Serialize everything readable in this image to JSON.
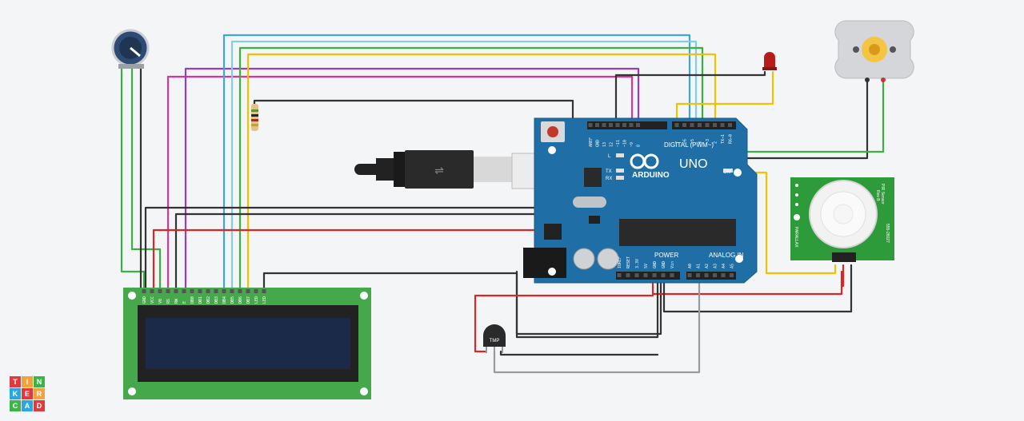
{
  "app": {
    "logo_letters": [
      "T",
      "I",
      "N",
      "K",
      "E",
      "R",
      "C",
      "A",
      "D"
    ],
    "logo_colors": [
      "#e03a3e",
      "#f2a33a",
      "#3bb54a",
      "#29a8e0",
      "#e03a3e",
      "#f2a33a",
      "#3bb54a",
      "#29a8e0",
      "#e03a3e"
    ]
  },
  "arduino": {
    "brand": "ARDUINO",
    "model": "UNO",
    "digital_label": "DIGITAL (PWM~)",
    "power_label": "POWER",
    "analog_label": "ANALOG IN",
    "on_label": "ON",
    "led_l": "L",
    "led_tx": "TX",
    "led_rx": "RX",
    "digital_pins": [
      "AREF",
      "GND",
      "13",
      "12",
      "~11",
      "~10",
      "~9",
      "8",
      "7",
      "~6",
      "~5",
      "4",
      "~3",
      "2",
      "TX→1",
      "RX←0"
    ],
    "power_pins": [
      "IOREF",
      "RESET",
      "3.3V",
      "5V",
      "GND",
      "GND",
      "Vin"
    ],
    "analog_pins": [
      "A0",
      "A1",
      "A2",
      "A3",
      "A4",
      "A5"
    ]
  },
  "lcd": {
    "pins": [
      "GND",
      "VCC",
      "V0",
      "RS",
      "RW",
      "E",
      "DB0",
      "DB1",
      "DB2",
      "DB3",
      "DB4",
      "DB5",
      "DB6",
      "DB7",
      "LED",
      "LED"
    ]
  },
  "pir": {
    "title": "PIR Sensor",
    "rev": "Rev B",
    "maker": "PARALLAX",
    "part": "555-28027"
  },
  "tmp": {
    "label": "TMP"
  },
  "colors": {
    "arduino_blue": "#1f6fa6",
    "lcd_green": "#45a84a",
    "lcd_screen": "#1c2a4a",
    "pir_green": "#2e9b3a",
    "wire_black": "#333333",
    "wire_red": "#d92626",
    "wire_green": "#3cb043",
    "wire_yellow": "#f2c200",
    "wire_blue": "#3aa8d8",
    "wire_lightblue": "#7fcfe8",
    "wire_purple": "#9b3cb8",
    "wire_magenta": "#d6359a",
    "wire_gray": "#9a9a9a"
  }
}
